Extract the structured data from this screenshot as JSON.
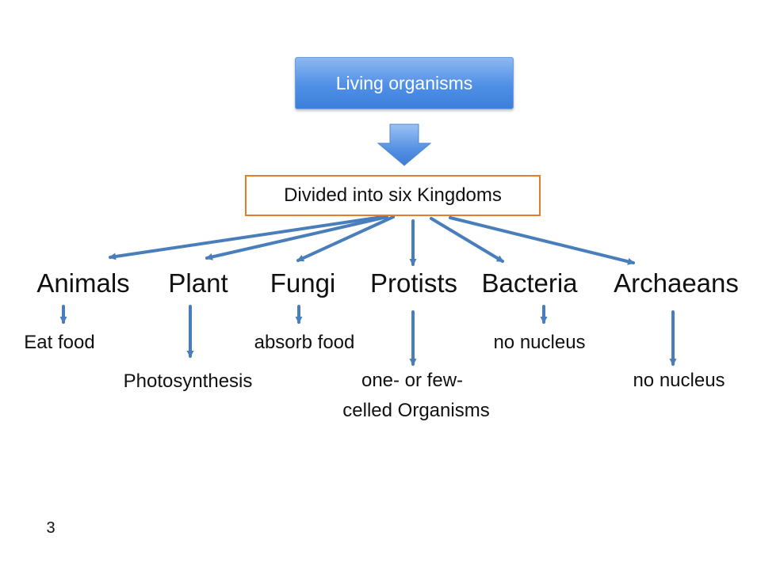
{
  "root": {
    "label": "Living organisms"
  },
  "division": {
    "label": "Divided into six Kingdoms"
  },
  "kingdoms": [
    {
      "name": "Animals",
      "trait": "Eat food"
    },
    {
      "name": "Plant",
      "trait": "Photosynthesis"
    },
    {
      "name": "Fungi",
      "trait": "absorb food"
    },
    {
      "name": "Protists",
      "trait_line1": "one- or few-",
      "trait_line2": "celled Organisms"
    },
    {
      "name": "Bacteria",
      "trait": "no nucleus"
    },
    {
      "name": "Archaeans",
      "trait": "no nucleus"
    }
  ],
  "page_number": "3",
  "colors": {
    "root_box_fill": "#4f8fe6",
    "division_border": "#e77d2b",
    "arrow": "#4a7ebb"
  },
  "icons": [
    "down-block-arrow-icon",
    "connector-arrow-icon"
  ]
}
